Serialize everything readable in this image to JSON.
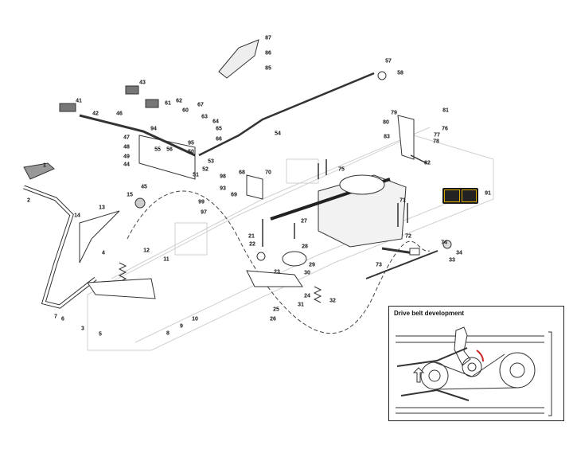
{
  "diagram": {
    "inset_title": "Drive belt development",
    "part_labels": [
      "87",
      "86",
      "85",
      "57",
      "58",
      "43",
      "41",
      "42",
      "46",
      "61",
      "62",
      "60",
      "67",
      "63",
      "64",
      "65",
      "66",
      "54",
      "79",
      "81",
      "80",
      "76",
      "77",
      "83",
      "78",
      "94",
      "47",
      "48",
      "55",
      "56",
      "95",
      "50",
      "49",
      "53",
      "1",
      "44",
      "52",
      "51",
      "82",
      "75",
      "68",
      "70",
      "98",
      "69",
      "93",
      "45",
      "2",
      "99",
      "97",
      "91",
      "15",
      "71",
      "13",
      "14",
      "27",
      "21",
      "72",
      "74",
      "22",
      "28",
      "34",
      "4",
      "12",
      "11",
      "73",
      "33",
      "29",
      "23",
      "30",
      "24",
      "32",
      "31",
      "25",
      "26",
      "7",
      "6",
      "9",
      "10",
      "3",
      "5",
      "8"
    ],
    "colors": {
      "line": "#333333",
      "faint": "#cccccc",
      "accent_arrow": "#cc2222",
      "decal": "#d4a800"
    }
  }
}
